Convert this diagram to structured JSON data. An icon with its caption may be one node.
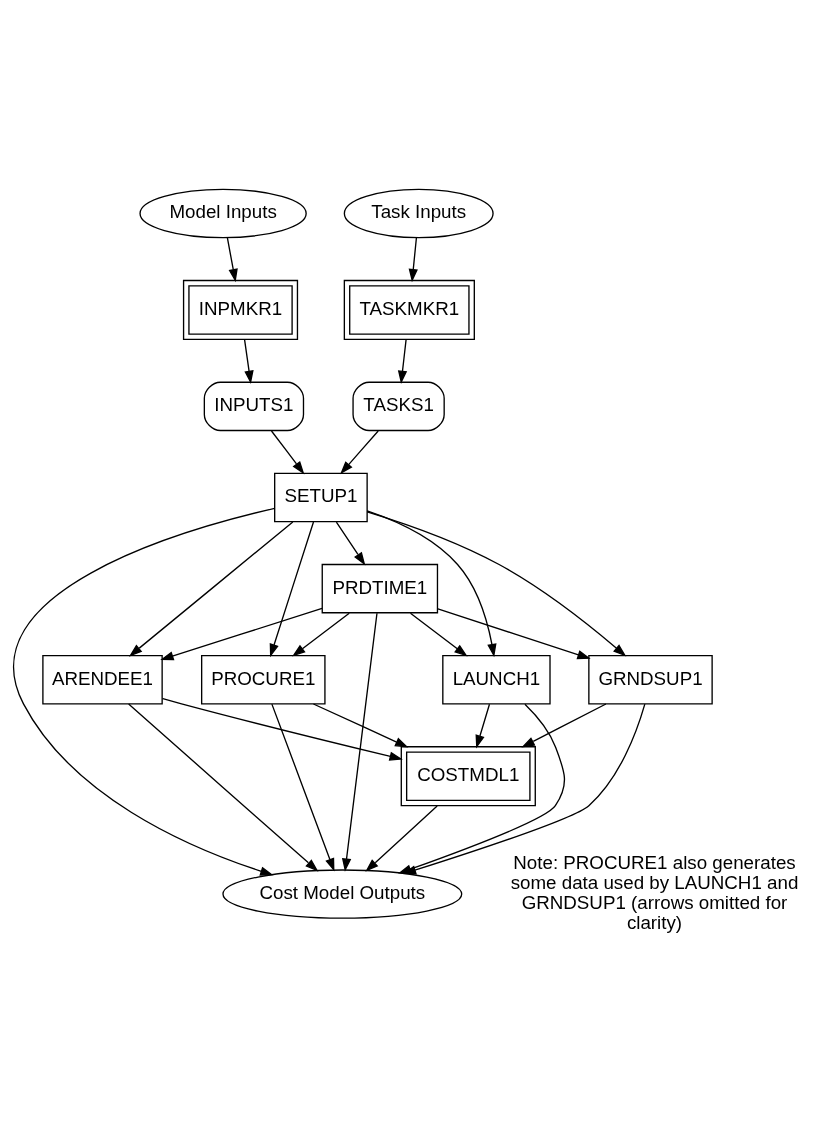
{
  "diagram": {
    "nodes": [
      {
        "text": [
          "Model Inputs"
        ]
      },
      {
        "text": [
          "Task Inputs"
        ]
      },
      {
        "text": [
          "INPMKR1"
        ]
      },
      {
        "text": [
          "TASKMKR1"
        ]
      },
      {
        "text": [
          "INPUTS1"
        ]
      },
      {
        "text": [
          "TASKS1"
        ]
      },
      {
        "text": [
          "SETUP1"
        ]
      },
      {
        "text": [
          "PRDTIME1"
        ]
      },
      {
        "text": [
          "ARENDEE1"
        ]
      },
      {
        "text": [
          "PROCURE1"
        ]
      },
      {
        "text": [
          "LAUNCH1"
        ]
      },
      {
        "text": [
          "GRNDSUP1"
        ]
      },
      {
        "text": [
          "COSTMDL1"
        ]
      },
      {
        "text": [
          "Cost Model Outputs"
        ]
      }
    ],
    "edges": [
      {
        "from": 0,
        "to": 2,
        "arrow": "to"
      },
      {
        "from": 1,
        "to": 3,
        "arrow": "to"
      },
      {
        "from": 2,
        "to": 4,
        "arrow": "to"
      },
      {
        "from": 3,
        "to": 5,
        "arrow": "to"
      },
      {
        "from": 4,
        "to": 6,
        "arrow": "to"
      },
      {
        "from": 5,
        "to": 6,
        "arrow": "to"
      },
      {
        "from": 6,
        "to": 13,
        "arrow": "to"
      },
      {
        "from": 6,
        "to": 7,
        "arrow": "to"
      },
      {
        "from": 6,
        "to": 8,
        "arrow": "to"
      },
      {
        "from": 6,
        "to": 9,
        "arrow": "to"
      },
      {
        "from": 6,
        "to": 10,
        "arrow": "to"
      },
      {
        "from": 6,
        "to": 11,
        "arrow": "to"
      },
      {
        "from": 7,
        "to": 13,
        "arrow": "to"
      },
      {
        "from": 7,
        "to": 8,
        "arrow": "to"
      },
      {
        "from": 7,
        "to": 9,
        "arrow": "to"
      },
      {
        "from": 7,
        "to": 10,
        "arrow": "to"
      },
      {
        "from": 7,
        "to": 11,
        "arrow": "to"
      },
      {
        "from": 8,
        "to": 13,
        "arrow": "to"
      },
      {
        "from": 8,
        "to": 12,
        "arrow": "to"
      },
      {
        "from": 9,
        "to": 13,
        "arrow": "to"
      },
      {
        "from": 9,
        "to": 12,
        "arrow": "to"
      },
      {
        "from": 10,
        "to": 13,
        "arrow": "to"
      },
      {
        "from": 10,
        "to": 12,
        "arrow": "to"
      },
      {
        "from": 11,
        "to": 13,
        "arrow": "to"
      },
      {
        "from": 11,
        "to": 12,
        "arrow": "to"
      },
      {
        "from": 12,
        "to": 13,
        "arrow": "to"
      }
    ],
    "labels": [
      "Note: PROCURE1 also generates some data used by LAUNCH1 and GRNDSUP1 (arrows omitted for clarity)"
    ]
  }
}
